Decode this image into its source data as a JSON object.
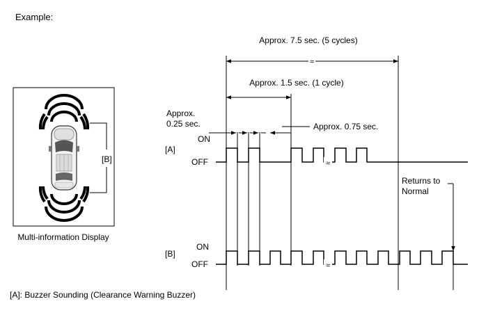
{
  "heading": "Example:",
  "display_caption": "Multi-information Display",
  "display_bracket_label": "[B]",
  "timing": {
    "total_label": "Approx. 7.5 sec. (5 cycles)",
    "cycle_label": "Approx. 1.5 sec. (1 cycle)",
    "short_label_line1": "Approx.",
    "short_label_line2": "0.25 sec.",
    "gap_label": "Approx. 0.75 sec.",
    "returns_line1": "Returns to",
    "returns_line2": "Normal"
  },
  "signal_a": {
    "label": "[A]",
    "on": "ON",
    "off": "OFF"
  },
  "signal_b": {
    "label": "[B]",
    "on": "ON",
    "off": "OFF"
  },
  "break_mark": "≈",
  "footnote": "[A]: Buzzer Sounding (Clearance Warning Buzzer)"
}
